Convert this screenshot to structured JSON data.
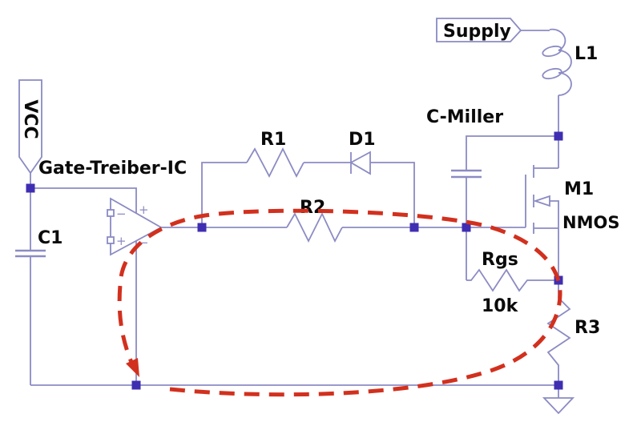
{
  "colors": {
    "wire": "#8b8bc4",
    "junction": "#3f2eb2",
    "loop": "#d2301e",
    "text": "#0a0a0a",
    "background": "#ffffff"
  },
  "flags": {
    "vcc": "VCC",
    "supply": "Supply"
  },
  "labels": {
    "gate_driver": "Gate-Treiber-IC",
    "c1": "C1",
    "r1": "R1",
    "d1": "D1",
    "r2": "R2",
    "c_miller": "C-Miller",
    "l1": "L1",
    "m1": "M1",
    "m1_type": "NMOS",
    "rgs": "Rgs",
    "rgs_value": "10k",
    "r3": "R3"
  },
  "opamp": {
    "inverting_input_mark": "−",
    "noninverting_input_mark": "+",
    "supply_plus_mark": "+",
    "supply_minus_mark": "−"
  },
  "components": [
    {
      "ref": "VCC",
      "type": "net-flag"
    },
    {
      "ref": "Supply",
      "type": "net-flag"
    },
    {
      "ref": "C1",
      "type": "capacitor"
    },
    {
      "ref": "Gate-Treiber-IC",
      "type": "op-amp-gate-driver"
    },
    {
      "ref": "R1",
      "type": "resistor"
    },
    {
      "ref": "D1",
      "type": "diode"
    },
    {
      "ref": "R2",
      "type": "resistor"
    },
    {
      "ref": "C-Miller",
      "type": "capacitor"
    },
    {
      "ref": "L1",
      "type": "inductor"
    },
    {
      "ref": "M1",
      "type": "nmos-transistor"
    },
    {
      "ref": "Rgs",
      "value": "10k",
      "type": "resistor"
    },
    {
      "ref": "R3",
      "type": "resistor"
    },
    {
      "type": "ground-symbol"
    }
  ],
  "highlight": {
    "type": "dashed-loop-ellipse",
    "color": "#d2301e",
    "has_arrowhead": true
  }
}
